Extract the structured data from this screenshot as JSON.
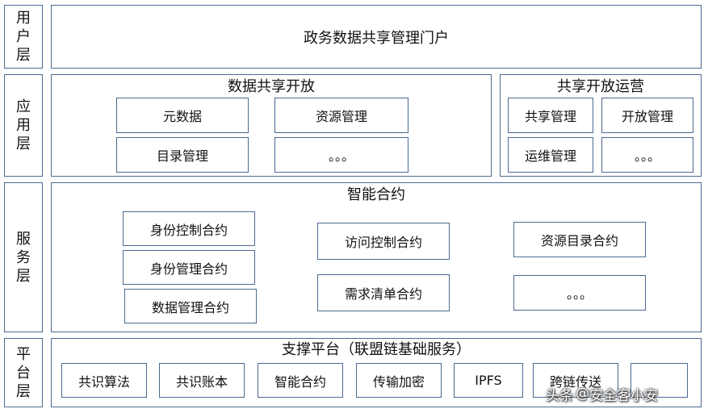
{
  "layers": {
    "user": "用户层",
    "app": "应用层",
    "service": "服务层",
    "platform": "平台层"
  },
  "user_layer": {
    "portal": "政务数据共享管理门户"
  },
  "app_layer": {
    "data_sharing": {
      "title": "数据共享开放",
      "items": [
        "元数据",
        "资源管理",
        "目录管理",
        "。。。"
      ]
    },
    "sharing_ops": {
      "title": "共享开放运营",
      "items": [
        "共享管理",
        "开放管理",
        "运维管理",
        "。。。"
      ]
    }
  },
  "service_layer": {
    "title": "智能合约",
    "items": [
      "身份控制合约",
      "身份管理合约",
      "数据管理合约",
      "访问控制合约",
      "需求清单合约",
      "资源目录合约",
      "。。。"
    ]
  },
  "platform_layer": {
    "title": "支撑平台（联盟链基础服务）",
    "items": [
      "共识算法",
      "共识账本",
      "智能合约",
      "传输加密",
      "IPFS",
      "跨链传送",
      ""
    ]
  },
  "watermark": {
    "brand": "头条",
    "at": "@",
    "account": "安全客小安"
  }
}
